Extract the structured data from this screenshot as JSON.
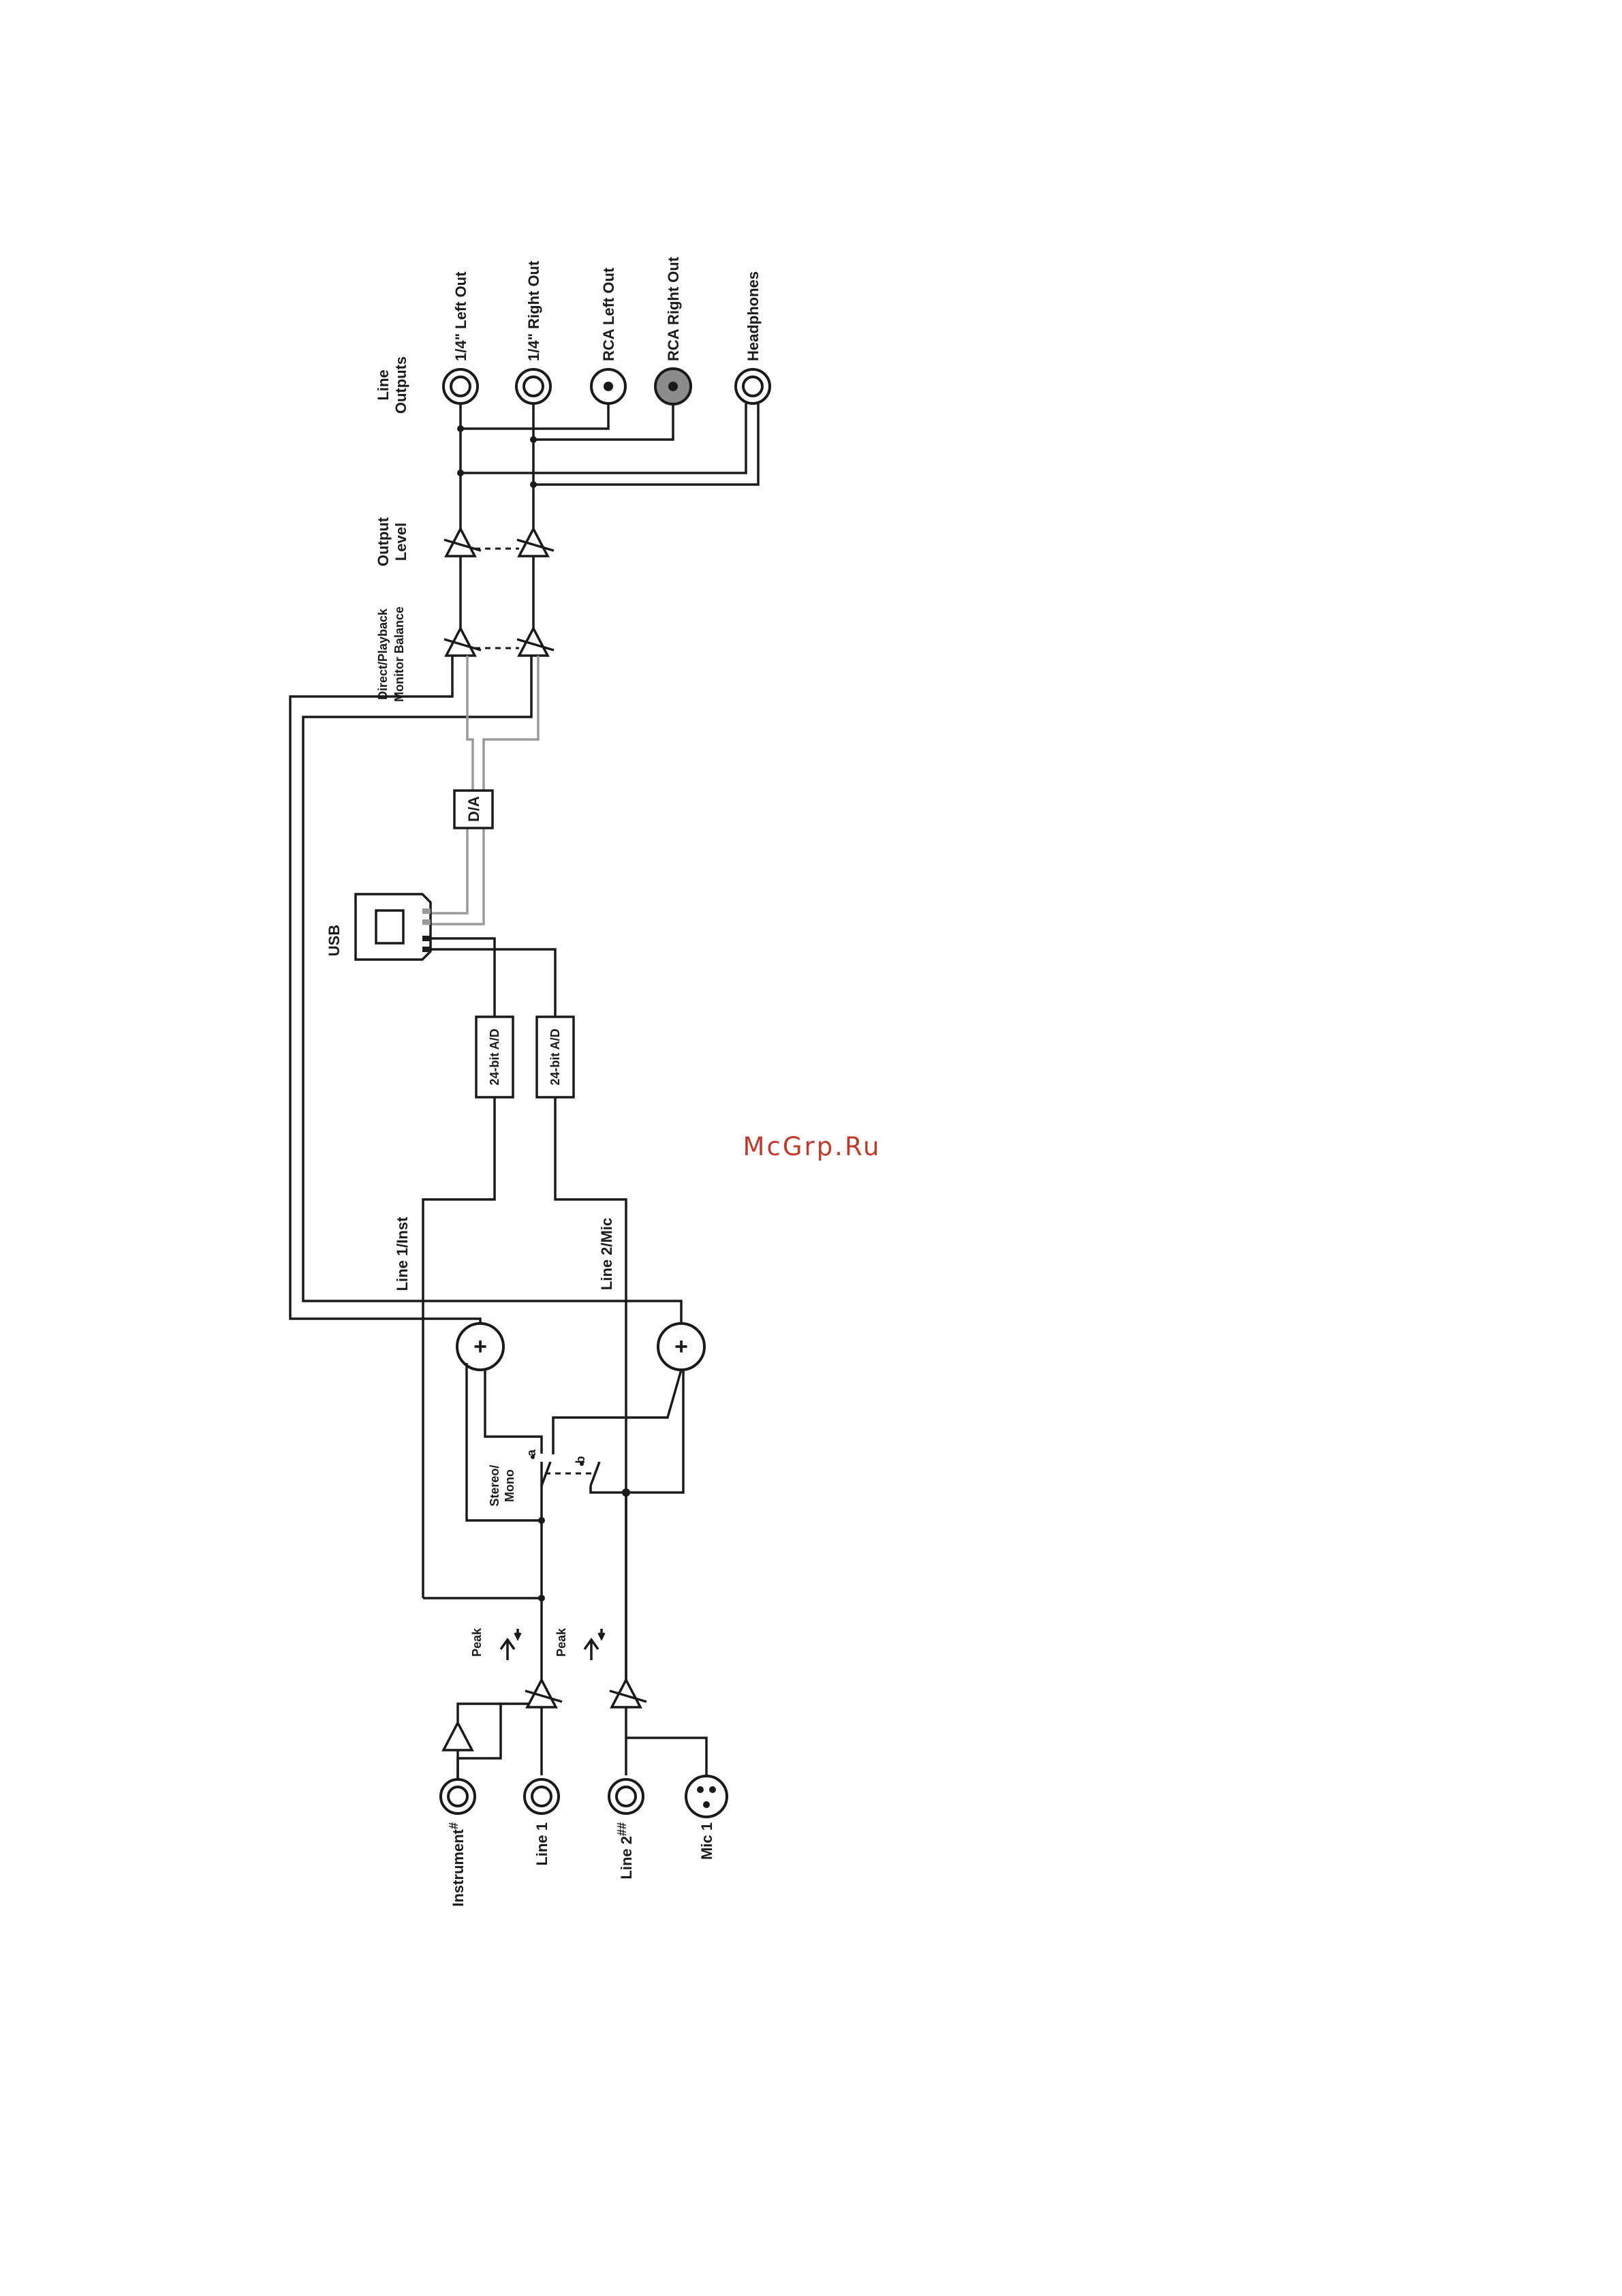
{
  "labels": {
    "line_outputs_1": "Line",
    "line_outputs_2": "Outputs",
    "out_left_q": "1/4\" Left Out",
    "out_right_q": "1/4\" Right Out",
    "out_rca_left": "RCA Left Out",
    "out_rca_right": "RCA Right Out",
    "out_headphones": "Headphones",
    "output_level_1": "Output",
    "output_level_2": "Level",
    "monitor_balance_1": "Direct/Playback",
    "monitor_balance_2": "Monitor Balance",
    "da": "D/A",
    "usb": "USB",
    "ad_1": "24-bit A/D",
    "ad_2": "24-bit A/D",
    "line1_inst": "Line 1/Inst",
    "line2_mic": "Line 2/Mic",
    "stereo_mono_1": "Stereo/",
    "stereo_mono_2": "Mono",
    "switch_a": "a",
    "switch_b": "b",
    "peak_1": "Peak",
    "peak_2": "Peak",
    "in_instrument": "Instrument",
    "in_instrument_sup": "#",
    "in_line1": "Line 1",
    "in_line2": "Line 2",
    "in_line2_sup": "##",
    "in_mic1": "Mic 1",
    "sum": "+"
  },
  "watermark": "McGrp.Ru",
  "colors": {
    "line": "#1a1a1a",
    "digital_line": "#9a9a9a",
    "rca_right_jack": "#8c8c8c",
    "watermark": "#c0392b"
  }
}
